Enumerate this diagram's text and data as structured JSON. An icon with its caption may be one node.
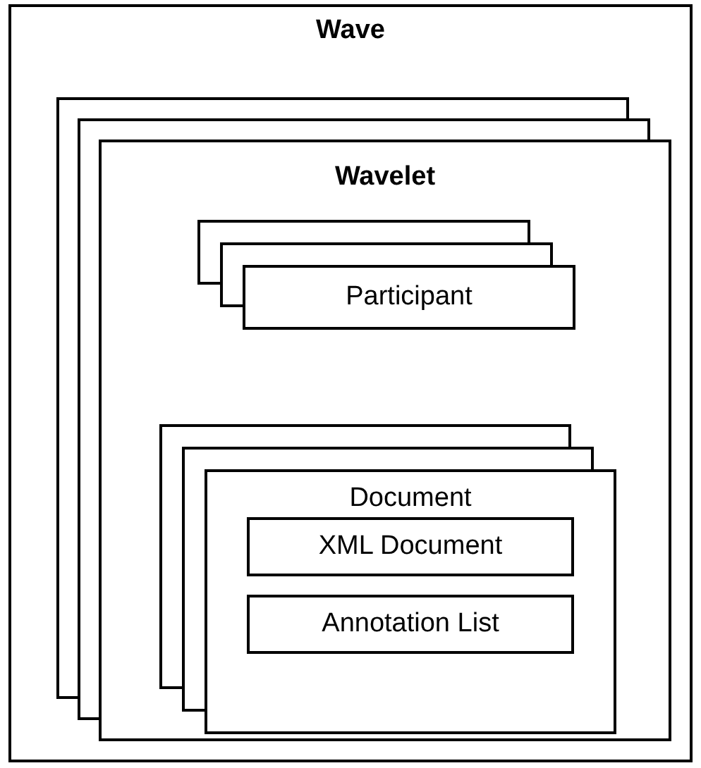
{
  "diagram": {
    "nodes": [
      {
        "text": [
          "Wave"
        ]
      },
      {
        "text": [
          "Wavelet"
        ],
        "in": 0
      },
      {
        "text": [
          "Participant"
        ],
        "in": 1
      },
      {
        "text": [
          "Document"
        ],
        "in": 1
      },
      {
        "text": [
          "XML Document"
        ],
        "in": 3
      },
      {
        "text": [
          "Annotation List"
        ],
        "in": 3
      }
    ],
    "edges": []
  }
}
